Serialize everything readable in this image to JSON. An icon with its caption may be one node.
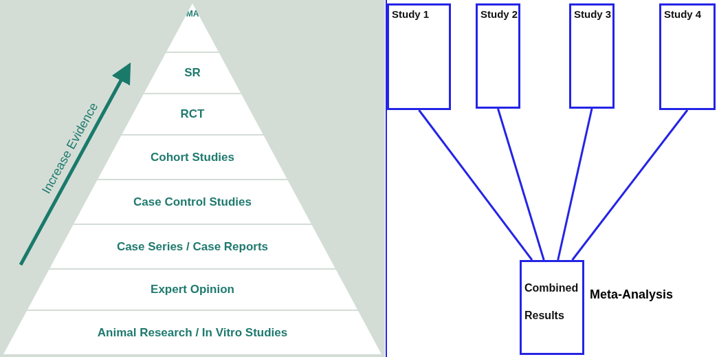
{
  "diagram": {
    "nodes": [
      {
        "text": [
          "MA"
        ]
      },
      {
        "text": [
          "SR"
        ]
      },
      {
        "text": [
          "RCT"
        ]
      },
      {
        "text": [
          "Cohort Studies"
        ]
      },
      {
        "text": [
          "Case Control Studies"
        ]
      },
      {
        "text": [
          "Case Series / Case Reports"
        ]
      },
      {
        "text": [
          "Expert Opinion"
        ]
      },
      {
        "text": [
          "Animal Research / In Vitro Studies"
        ]
      },
      {
        "text": [
          "Study 1"
        ]
      },
      {
        "text": [
          "Study 2"
        ]
      },
      {
        "text": [
          "Study 3"
        ]
      },
      {
        "text": [
          "Study 4"
        ]
      },
      {
        "text": [
          "Combined Results"
        ],
        "beside": [
          "Meta-Analysis"
        ]
      }
    ],
    "edges": [
      {
        "from": 8,
        "to": 12,
        "arrow": "none"
      },
      {
        "from": 9,
        "to": 12,
        "arrow": "none"
      },
      {
        "from": 10,
        "to": 12,
        "arrow": "none"
      },
      {
        "from": 11,
        "to": 12,
        "arrow": "none"
      }
    ],
    "labels": [
      "Increase Evidence"
    ]
  }
}
